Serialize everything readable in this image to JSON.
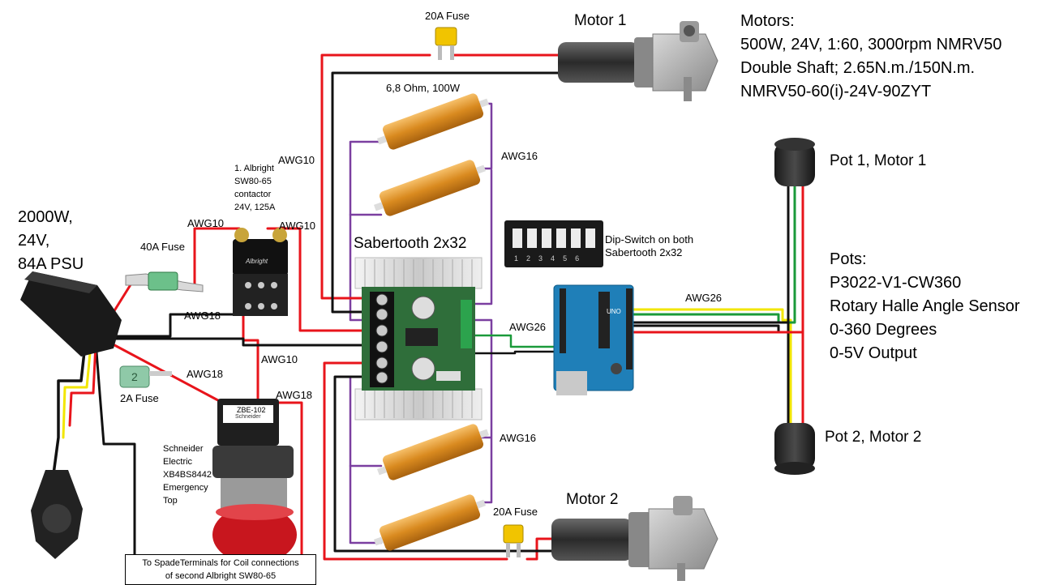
{
  "labels": {
    "fuse_20a_top": "20A Fuse",
    "motor1": "Motor 1",
    "motors_spec": [
      "Motors:",
      "500W, 24V, 1:60, 3000rpm NMRV50",
      "Double Shaft; 2.65N.m./150N.m.",
      "NMRV50-60(i)-24V-90ZYT"
    ],
    "resistor": "6,8 Ohm, 100W",
    "awg10_a": "AWG10",
    "awg16_top": "AWG16",
    "albright": [
      "1. Albright",
      "SW80-65",
      "contactor",
      "24V, 125A"
    ],
    "awg10_b": "AWG10",
    "awg10_c": "AWG10",
    "psu": [
      "2000W,",
      "24V,",
      "84A PSU"
    ],
    "fuse_40a": "40A Fuse",
    "sabertooth": "Sabertooth 2x32",
    "dip_switch": [
      "Dip-Switch on both",
      "Sabertooth  2x32"
    ],
    "awg18_a": "AWG18",
    "awg10_d": "AWG10",
    "awg26_a": "AWG26",
    "awg26_b": "AWG26",
    "pot1": "Pot 1, Motor 1",
    "pots_spec": [
      "Pots:",
      "P3022-V1-CW360",
      "Rotary Halle Angle Sensor",
      "0-360 Degrees",
      "0-5V Output"
    ],
    "awg18_b": "AWG18",
    "fuse_2a": "2A Fuse",
    "awg18_c": "AWG18",
    "schneider": [
      "Schneider",
      "Electric",
      "XB4BS8442",
      "Emergency",
      "Top"
    ],
    "awg16_bottom": "AWG16",
    "pot2": "Pot 2, Motor 2",
    "motor2": "Motor 2",
    "fuse_20a_bottom": "20A Fuse",
    "spade_note": [
      "To SpadeTerminals for Coil connections",
      "of second Albright SW80-65"
    ],
    "fuse_2a_mark": "2",
    "contactor_brand": "Albright",
    "estop_code": "ZBE-102",
    "estop_brand": "Schneider",
    "dip_numbers": [
      "1",
      "2",
      "3",
      "4",
      "5",
      "6"
    ],
    "arduino_logo": "UNO"
  },
  "colors": {
    "wire_red": "#e8141b",
    "wire_black": "#111111",
    "wire_purple": "#7b3fa0",
    "wire_green": "#1a9a3a",
    "wire_yellow": "#f2e600",
    "resistor": "#e39a2a",
    "arduino": "#1f7fb8",
    "fuse_yellow": "#f1c400",
    "fuse_green": "#6cc08a",
    "estop_red": "#c8161e"
  }
}
